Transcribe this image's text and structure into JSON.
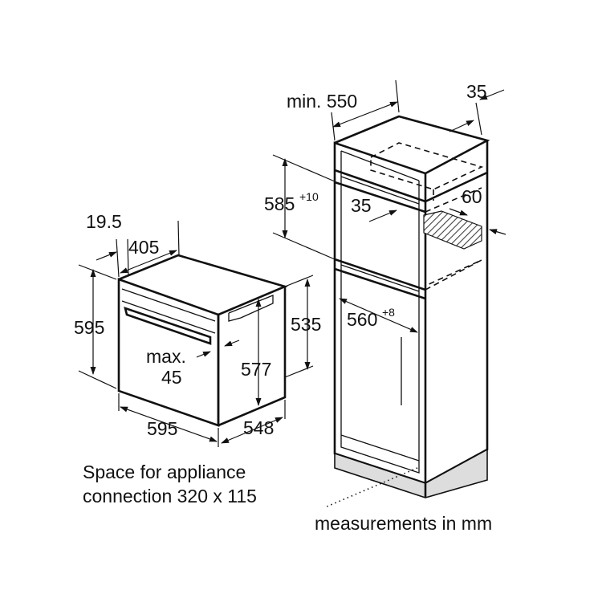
{
  "oven": {
    "depth_19_5": "19.5",
    "depth_405": "405",
    "height_595": "595",
    "height_535": "535",
    "height_577": "577",
    "handle_max_prefix": "max.",
    "handle_max_value": "45",
    "width_595": "595",
    "depth_548": "548"
  },
  "cabinet": {
    "min_width": "min. 550",
    "depth_35_top": "35",
    "niche_height": "585",
    "niche_height_tolerance": "+10",
    "vent_35": "35",
    "vent_60": "60",
    "niche_width": "560",
    "niche_width_tolerance": "+8"
  },
  "notes": {
    "connection_line1": "Space for appliance",
    "connection_line2": "connection 320 x 115",
    "units": "measurements in mm"
  },
  "colors": {
    "line": "#111111",
    "plinth": "#dddddd",
    "hatch": "#444444"
  }
}
